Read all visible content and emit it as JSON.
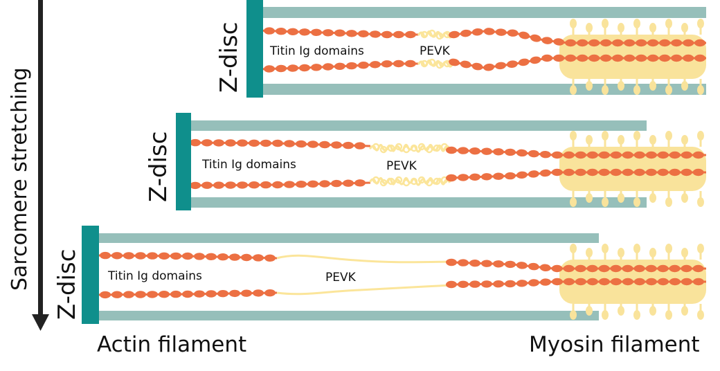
{
  "axis_label": "Sarcomere stretching",
  "filament_labels": {
    "actin": "Actin filament",
    "myosin": "Myosin filament"
  },
  "panels": [
    {
      "z_disc": "Z-disc",
      "ig_label": "Titin Ig domains",
      "pevk_label": "PEVK",
      "stretch_state": "relaxed"
    },
    {
      "z_disc": "Z-disc",
      "ig_label": "Titin Ig domains",
      "pevk_label": "PEVK",
      "stretch_state": "moderately stretched"
    },
    {
      "z_disc": "Z-disc",
      "ig_label": "Titin Ig domains",
      "pevk_label": "PEVK",
      "stretch_state": "fully stretched"
    }
  ],
  "colors": {
    "z_disc": "#0f8f8c",
    "actin": "#96bfba",
    "titin_ig": "#ec7043",
    "pevk": "#fbe59a",
    "myosin": "#f9e39b",
    "arrow": "#222222"
  }
}
